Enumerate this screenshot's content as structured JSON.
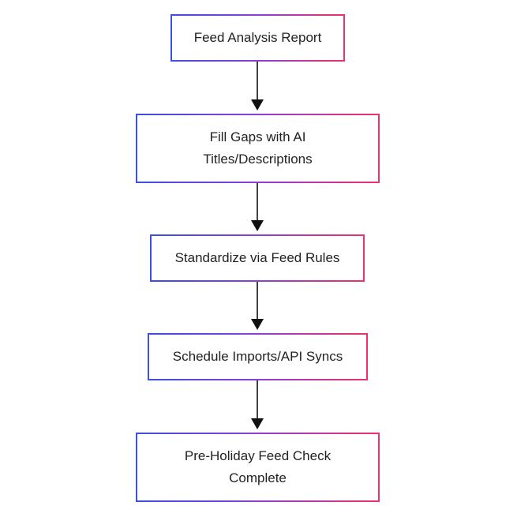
{
  "flowchart": {
    "nodes": [
      {
        "id": "n1",
        "label": "Feed Analysis Report"
      },
      {
        "id": "n2",
        "label": "Fill Gaps with AI\nTitles/Descriptions"
      },
      {
        "id": "n3",
        "label": "Standardize via Feed Rules"
      },
      {
        "id": "n4",
        "label": "Schedule Imports/API Syncs"
      },
      {
        "id": "n5",
        "label": "Pre-Holiday Feed Check\nComplete"
      }
    ],
    "edges": [
      {
        "from": "n1",
        "to": "n2"
      },
      {
        "from": "n2",
        "to": "n3"
      },
      {
        "from": "n3",
        "to": "n4"
      },
      {
        "from": "n4",
        "to": "n5"
      }
    ],
    "border_gradient": [
      "#3b4fe6",
      "#8a3fd6",
      "#f0306a"
    ],
    "arrow_color": "#111111",
    "text_color": "#222222"
  }
}
